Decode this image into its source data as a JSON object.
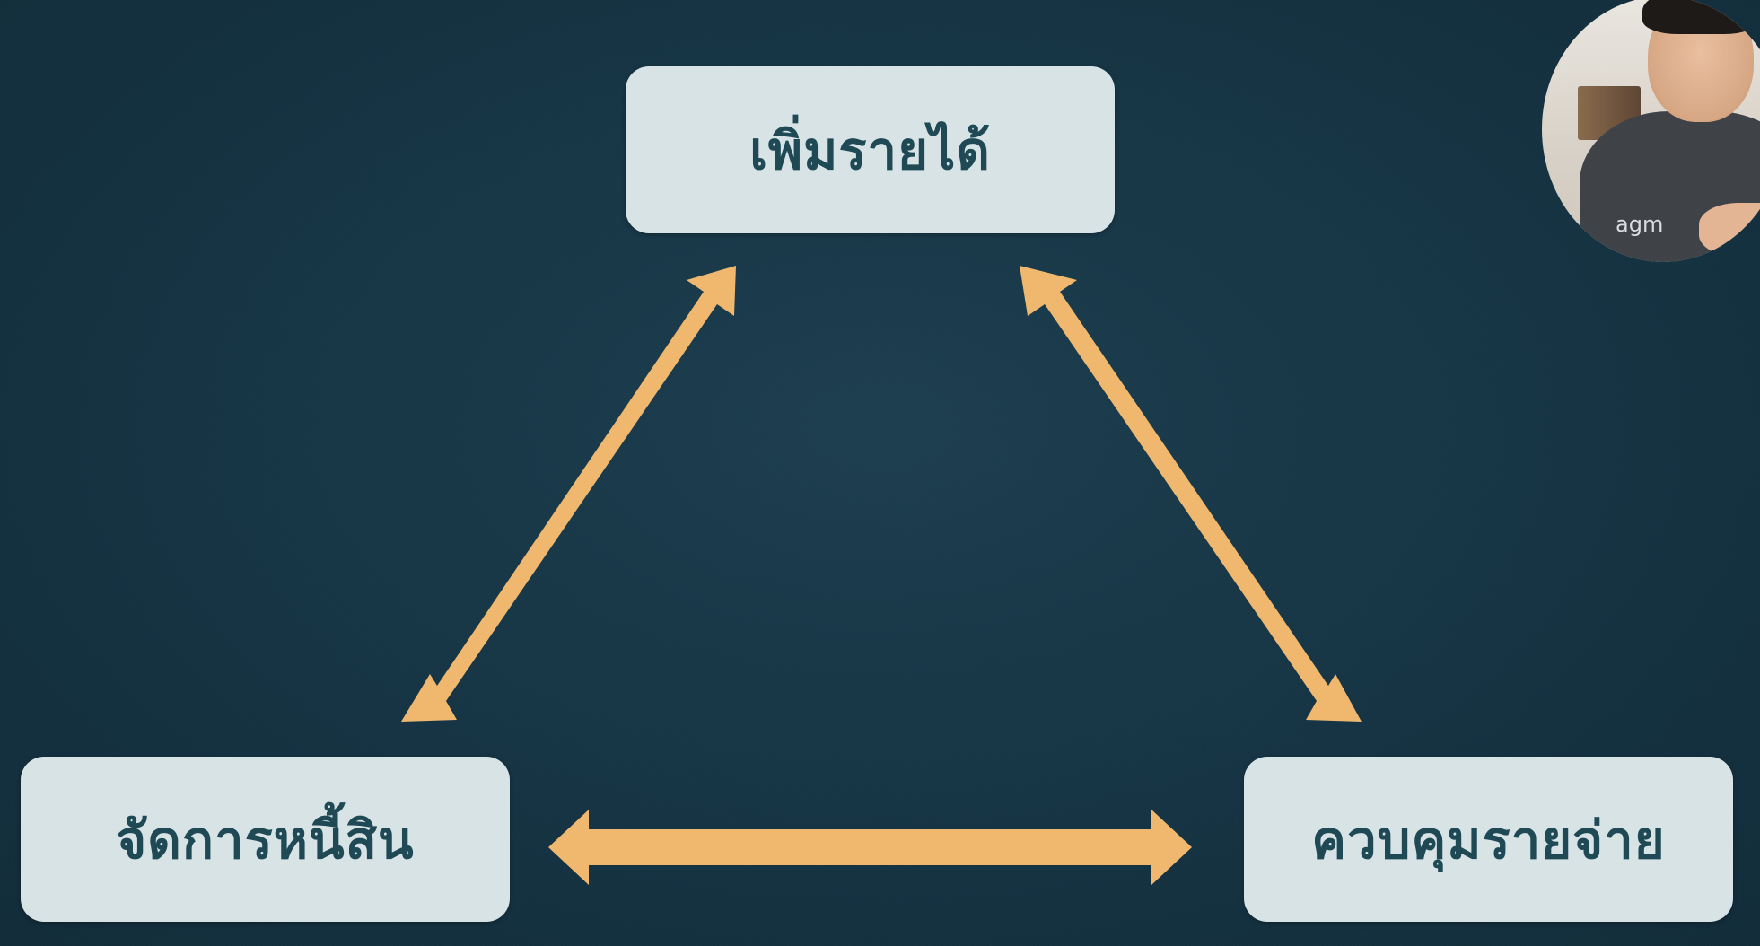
{
  "diagram": {
    "nodes": {
      "top": "เพิ่มรายได้",
      "left": "จัดการหนี้สิน",
      "right": "ควบคุมรายจ่าย"
    },
    "edges": [
      {
        "from": "top",
        "to": "left",
        "type": "double-arrow"
      },
      {
        "from": "top",
        "to": "right",
        "type": "double-arrow"
      },
      {
        "from": "left",
        "to": "right",
        "type": "double-arrow"
      }
    ]
  },
  "colors": {
    "background": "#173646",
    "box_fill": "#d8e3e6",
    "box_text": "#1f4a55",
    "arrow": "#f0b86e"
  },
  "webcam": {
    "shirt_text": "agm"
  }
}
